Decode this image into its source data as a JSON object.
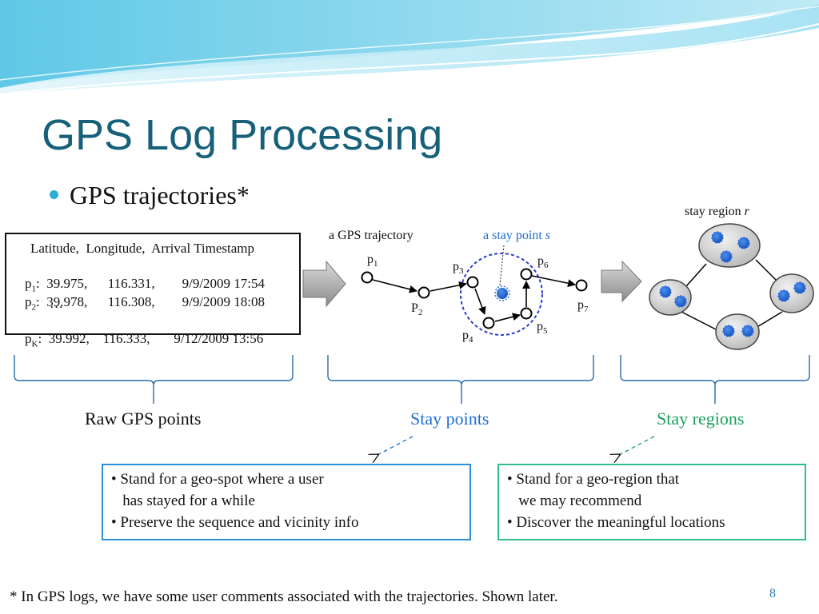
{
  "title": "GPS Log Processing",
  "bullet": "GPS trajectories*",
  "raw_table": {
    "header": "Latitude,  Longitude,  Arrival Timestamp",
    "rows": [
      {
        "point": "p",
        "sub": "1",
        "lat": "39.975,",
        "lon": "116.331,",
        "time": "9/9/2009 17:54"
      },
      {
        "point": "p",
        "sub": "2",
        "lat": "39.978,",
        "lon": "116.308,",
        "time": "9/9/2009 18:08"
      },
      {
        "point": "p",
        "sub": "K",
        "lat": "39.992,",
        "lon": "116.333,",
        "time": "9/12/2009 13:56"
      }
    ],
    "ellipsis": "…"
  },
  "trajectory": {
    "label": "a GPS trajectory",
    "stay_point_label": "a stay point",
    "stay_point_var": "s",
    "points": [
      {
        "base": "p",
        "sub": "1"
      },
      {
        "base": "P",
        "sub": "2"
      },
      {
        "base": "p",
        "sub": "3"
      },
      {
        "base": "p",
        "sub": "4"
      },
      {
        "base": "p",
        "sub": "5"
      },
      {
        "base": "p",
        "sub": "6"
      },
      {
        "base": "p",
        "sub": "7"
      }
    ]
  },
  "stay_region": {
    "label": "stay region",
    "var": "r"
  },
  "sections": {
    "raw": "Raw GPS points",
    "stay_points": "Stay points",
    "stay_regions": "Stay regions"
  },
  "info_stay_points": {
    "line1": "• Stand for a geo-spot where a user",
    "line2": "   has stayed for a while",
    "line3": "• Preserve the sequence and vicinity info"
  },
  "info_stay_regions": {
    "line1": "• Stand for a geo-region that",
    "line2": "   we may recommend",
    "line3": "• Discover the meaningful locations"
  },
  "footnote": "* In GPS logs, we have some user comments associated with the trajectories. Shown later.",
  "page_number": "8",
  "colors": {
    "title": "#17607a",
    "accent_blue": "#1f6fd0",
    "accent_green": "#19a05a",
    "dot_blue": "#1e6ad8"
  }
}
